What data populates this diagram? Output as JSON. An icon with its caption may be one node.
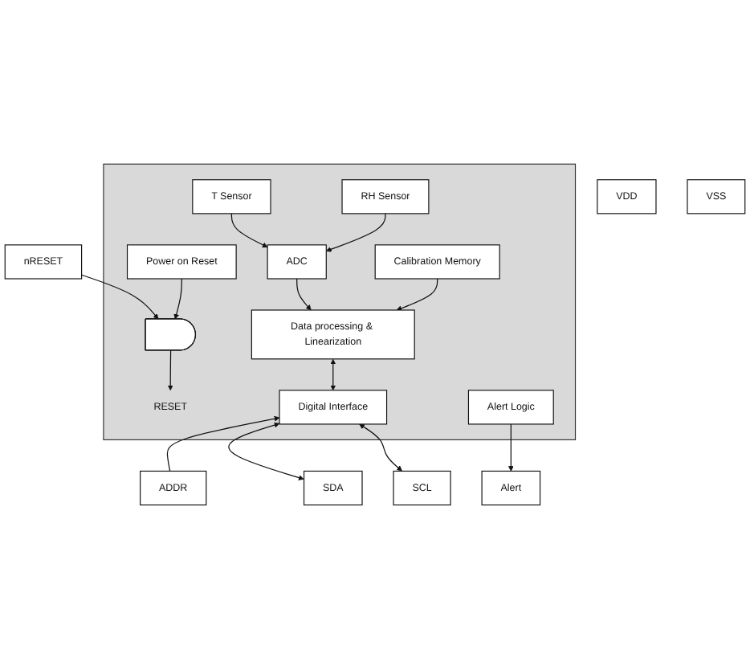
{
  "diagram": {
    "nodes": [
      {
        "text": [],
        "shape": "box"
      },
      {
        "text": [
          "nRESET"
        ]
      },
      {
        "text": [
          "RH Sensor"
        ],
        "in": 0
      },
      {
        "text": [
          "T Sensor"
        ],
        "in": 0
      },
      {
        "text": [
          "VDD"
        ]
      },
      {
        "text": [
          "VSS"
        ]
      },
      {
        "text": [
          "ADC"
        ],
        "in": 0
      },
      {
        "text": [
          "Power on Reset"
        ],
        "in": 0
      },
      {
        "text": [
          "Calibration Memory"
        ],
        "in": 0
      },
      {
        "text": [],
        "shape": "gate",
        "in": 0
      },
      {
        "text": [
          "RESET"
        ],
        "in": 0
      },
      {
        "text": [
          "Data processing & Linearization"
        ],
        "in": 0
      },
      {
        "text": [
          "Digital Interface"
        ],
        "in": 0
      },
      {
        "text": [
          "Alert Logic"
        ],
        "in": 0
      },
      {
        "text": [
          "ADDR"
        ]
      },
      {
        "text": [
          "SDA"
        ]
      },
      {
        "text": [
          "SCL"
        ]
      },
      {
        "text": [
          "Alert"
        ]
      }
    ],
    "edges": [
      {
        "from": 2,
        "to": 6,
        "arrow": "to"
      },
      {
        "from": 3,
        "to": 6,
        "arrow": "to"
      },
      {
        "from": 7,
        "to": 9,
        "arrow": "to"
      },
      {
        "from": 1,
        "to": 9,
        "arrow": "to"
      },
      {
        "from": 8,
        "to": 11,
        "arrow": "to"
      },
      {
        "from": 6,
        "to": 11,
        "arrow": "to"
      },
      {
        "from": 9,
        "to": 10,
        "arrow": "to"
      },
      {
        "from": 11,
        "to": 12,
        "arrow": "both"
      },
      {
        "from": 14,
        "to": 12,
        "arrow": "to"
      },
      {
        "from": 15,
        "to": 12,
        "arrow": "both"
      },
      {
        "from": 16,
        "to": 12,
        "arrow": "both"
      },
      {
        "from": 13,
        "to": 17,
        "arrow": "to"
      }
    ]
  }
}
